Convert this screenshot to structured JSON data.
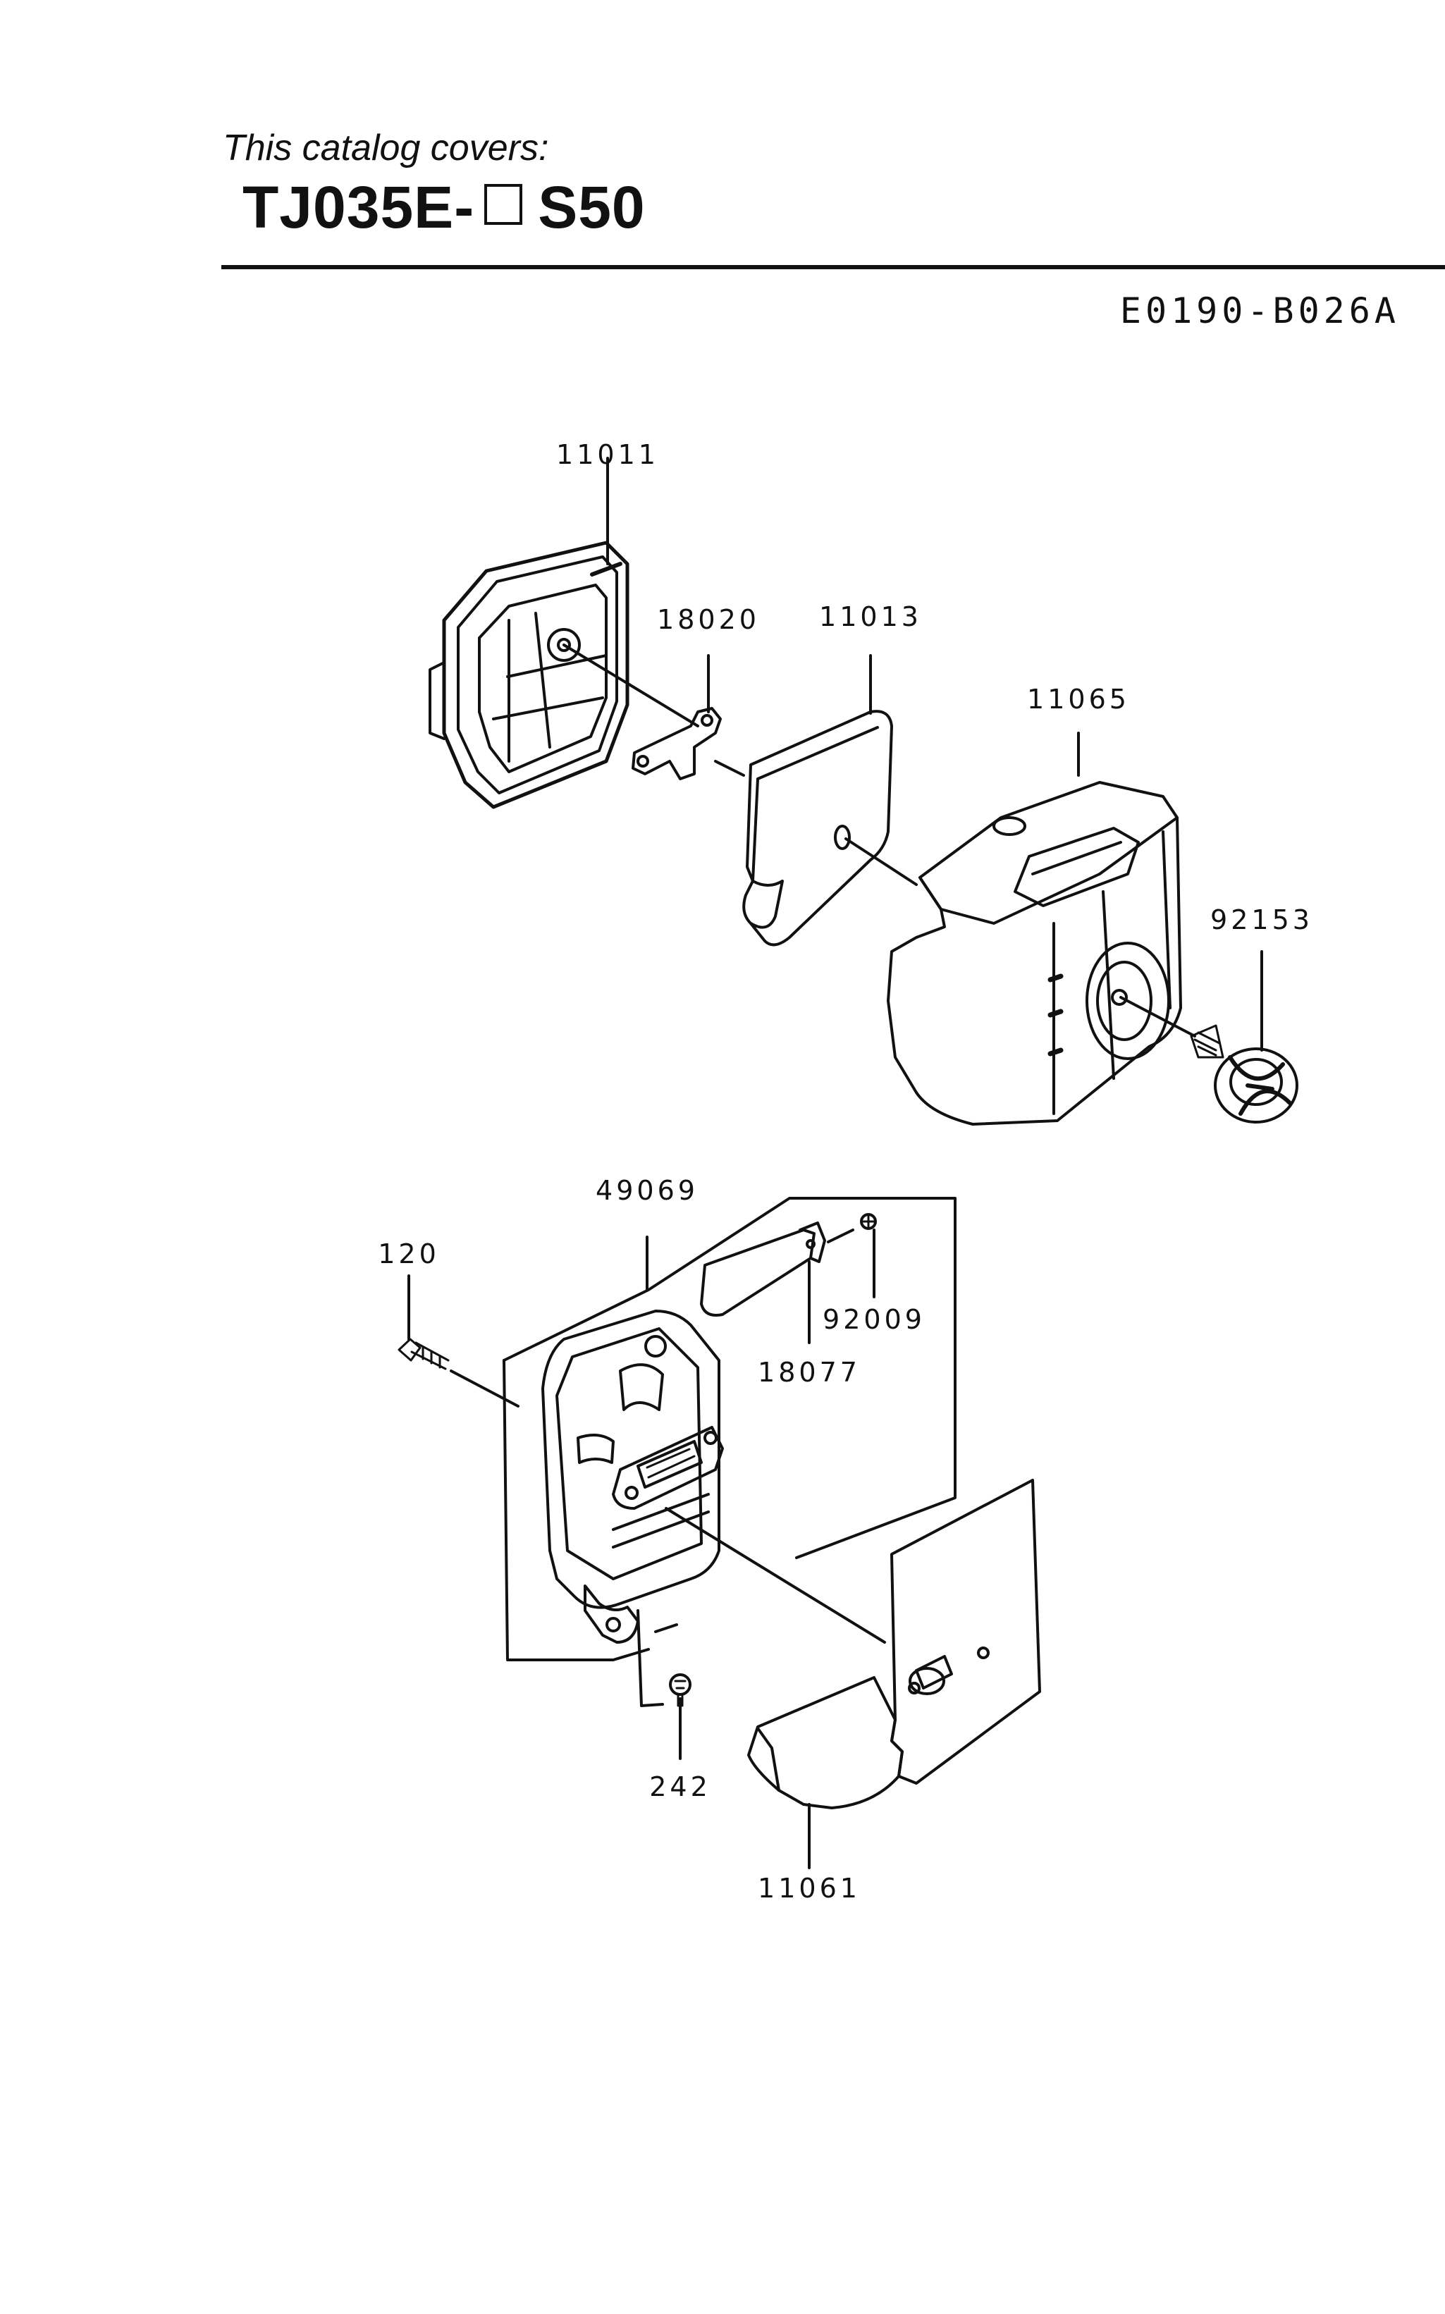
{
  "header": {
    "covers_label": "This catalog covers:",
    "model_prefix": "TJ035E-",
    "model_suffix": "S50",
    "document_id": "E0190-B026A"
  },
  "parts": {
    "p11011": "11011",
    "p18020": "18020",
    "p11013": "11013",
    "p11065": "11065",
    "p92153": "92153",
    "p49069": "49069",
    "p120": "120",
    "p92009": "92009",
    "p18077": "18077",
    "p242": "242",
    "p11061": "11061"
  }
}
